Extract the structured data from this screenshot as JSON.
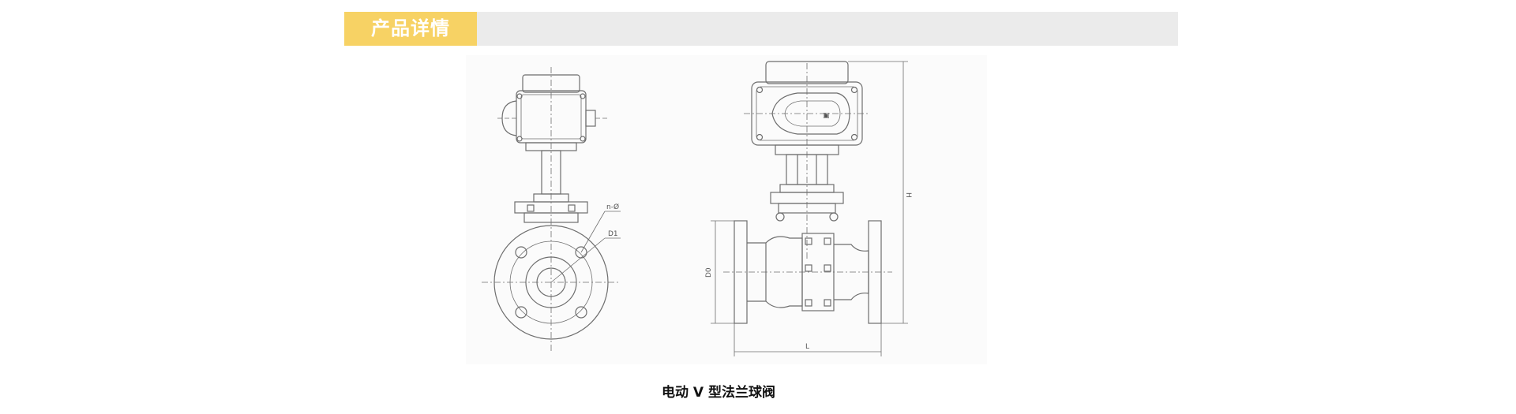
{
  "header": {
    "tab_label": "产品详情"
  },
  "drawing": {
    "labels": {
      "bolt_holes": "n-Ø",
      "bolt_circle": "D1",
      "flange_dia": "D0",
      "height": "H",
      "length": "L"
    }
  },
  "caption": {
    "text": "电动 V 型法兰球阀"
  },
  "colors": {
    "tab_background": "#f7d264",
    "bar_background": "#ebebeb",
    "line_color": "#6e6e6e"
  }
}
